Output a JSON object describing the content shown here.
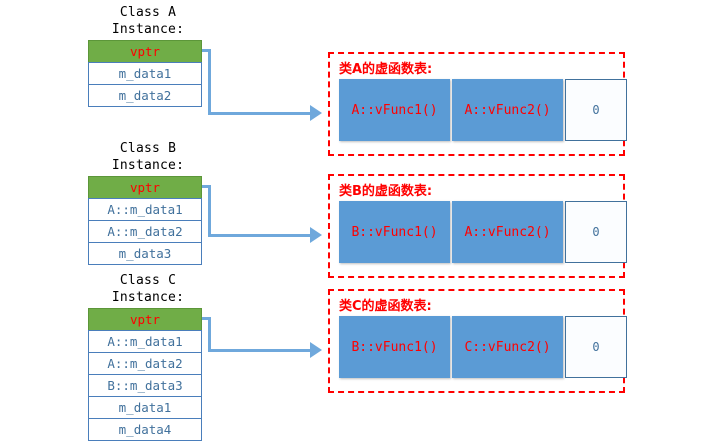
{
  "diagram": {
    "title_hidden": "",
    "colors": {
      "vptr_green": "#70AD47",
      "vptr_text_red": "#FF0000",
      "data_border_blue": "#4A7EBB",
      "data_text_blue": "#41719C",
      "vtable_cell_blue": "#5B9BD5",
      "dashed_border_red": "#FF0000",
      "connector_blue": "#6FA8DC"
    },
    "instances": [
      {
        "title": "Class A\nInstance:",
        "rows": [
          {
            "label": "vptr",
            "kind": "vptr"
          },
          {
            "label": "m_data1",
            "kind": "data"
          },
          {
            "label": "m_data2",
            "kind": "data"
          }
        ]
      },
      {
        "title": "Class B\nInstance:",
        "rows": [
          {
            "label": "vptr",
            "kind": "vptr"
          },
          {
            "label": "A::m_data1",
            "kind": "data"
          },
          {
            "label": "A::m_data2",
            "kind": "data"
          },
          {
            "label": "m_data3",
            "kind": "data"
          }
        ]
      },
      {
        "title": "Class C\nInstance:",
        "rows": [
          {
            "label": "vptr",
            "kind": "vptr"
          },
          {
            "label": "A::m_data1",
            "kind": "data"
          },
          {
            "label": "A::m_data2",
            "kind": "data"
          },
          {
            "label": "B::m_data3",
            "kind": "data"
          },
          {
            "label": "m_data1",
            "kind": "data"
          },
          {
            "label": "m_data4",
            "kind": "data"
          }
        ]
      }
    ],
    "vtables": [
      {
        "label": "类A的虚函数表:",
        "entries": [
          "A::vFunc1()",
          "A::vFunc2()"
        ],
        "terminator": "0"
      },
      {
        "label": "类B的虚函数表:",
        "entries": [
          "B::vFunc1()",
          "A::vFunc2()"
        ],
        "terminator": "0"
      },
      {
        "label": "类C的虚函数表:",
        "entries": [
          "B::vFunc1()",
          "C::vFunc2()"
        ],
        "terminator": "0"
      }
    ]
  }
}
